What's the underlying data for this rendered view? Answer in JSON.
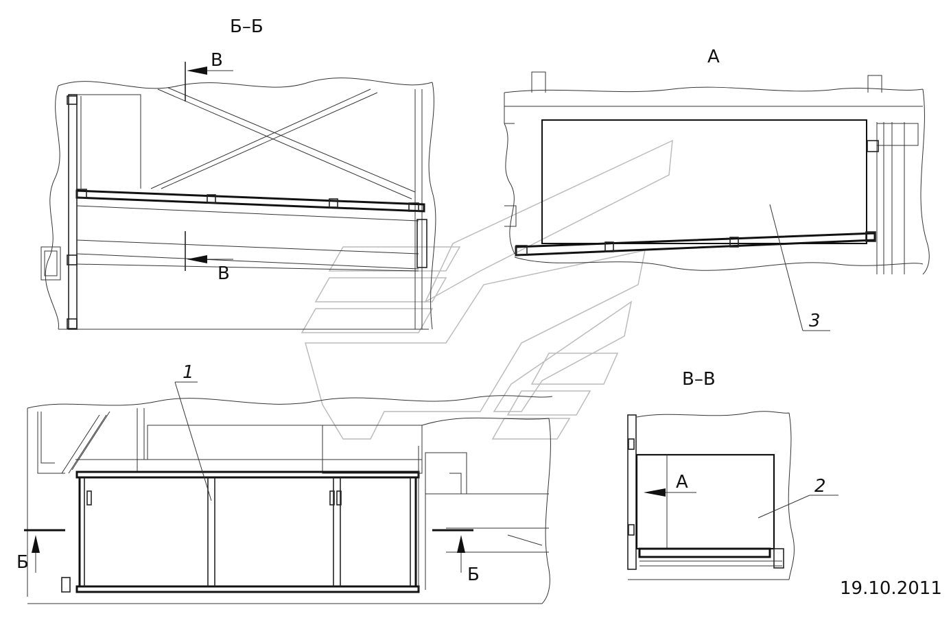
{
  "sections": {
    "bb_title": "Б–Б",
    "a_title": "А",
    "vv_title": "В–В"
  },
  "markers": {
    "v_top": "В",
    "v_bottom": "В",
    "b_left": "Б",
    "b_right": "Б",
    "a_arrow": "А"
  },
  "positions": {
    "p1": "1",
    "p2": "2",
    "p3": "3"
  },
  "date": "19.10.2011"
}
